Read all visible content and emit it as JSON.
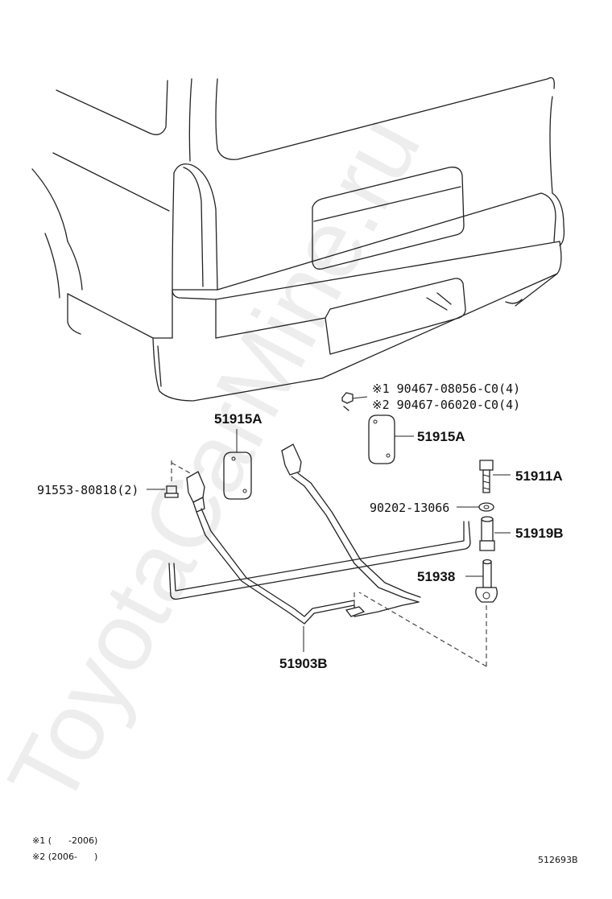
{
  "diagram": {
    "callouts": {
      "bracket_left": "51915A",
      "bracket_right": "51915A",
      "bolt": "51911A",
      "washer": "90202-13066",
      "collar": "51919B",
      "hanger": "51938",
      "carrier": "51903B",
      "nut": "91553-80818(2)"
    },
    "screw_options": [
      {
        "mark": "※1",
        "part": "90467-08056-C0(4)"
      },
      {
        "mark": "※2",
        "part": "90467-06020-C0(4)"
      }
    ],
    "notes": [
      {
        "mark": "※1",
        "text": "(      -2006)"
      },
      {
        "mark": "※2",
        "text": "(2006-      )"
      }
    ],
    "diagram_id": "512693B",
    "watermark": "ToyotaCarMine.ru"
  }
}
